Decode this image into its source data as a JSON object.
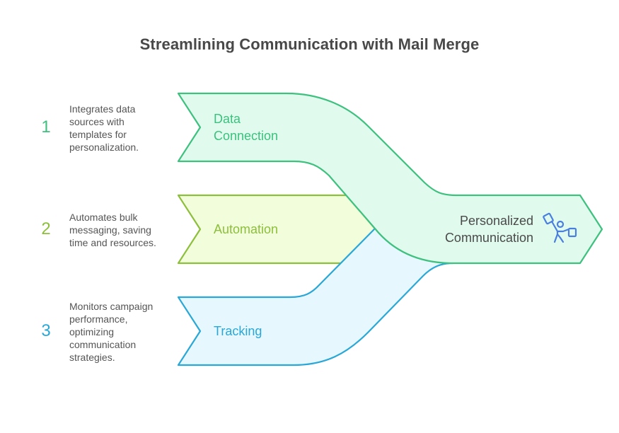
{
  "title": "Streamlining Communication with Mail Merge",
  "steps": [
    {
      "number": "1",
      "description": "Integrates data sources with templates for personalization.",
      "description_lines": [
        "Integrates data",
        "sources with",
        "templates for",
        "personalization."
      ],
      "label_lines": [
        "Data",
        "Connection"
      ],
      "color": "#3ec07e",
      "fill": "#e0fbee"
    },
    {
      "number": "2",
      "description": "Automates bulk messaging, saving time and resources.",
      "description_lines": [
        "Automates bulk",
        "messaging, saving",
        "time and resources."
      ],
      "label_lines": [
        "Automation"
      ],
      "color": "#8dbf3c",
      "fill": "#f1fddb"
    },
    {
      "number": "3",
      "description": "Monitors campaign performance, optimizing communication strategies.",
      "description_lines": [
        "Monitors campaign",
        "performance,",
        "optimizing",
        "communication",
        "strategies."
      ],
      "label_lines": [
        "Tracking"
      ],
      "color": "#2aa7d6",
      "fill": "#e6f7fd"
    }
  ],
  "output": {
    "label_lines": [
      "Personalized",
      "Communication"
    ],
    "icon": "person-juggling-messages-icon",
    "icon_color": "#4a7fe0",
    "color": "#3ec07e",
    "fill": "#e0fbee",
    "text_color": "#4a4a4a"
  }
}
